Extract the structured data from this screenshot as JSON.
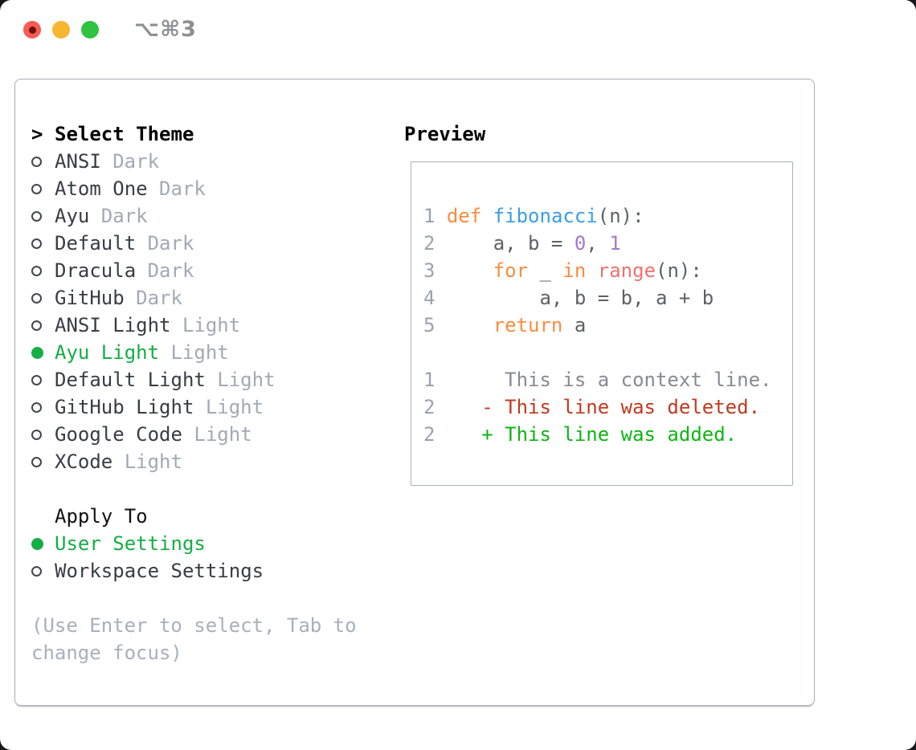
{
  "window": {
    "title": "⌥⌘3",
    "traffic_lights": [
      "close-button",
      "minimize-button",
      "zoom-button"
    ]
  },
  "theme_list": {
    "cursor": ">",
    "header": "Select Theme",
    "items": [
      {
        "name": "ANSI",
        "variant": "Dark",
        "selected": false
      },
      {
        "name": "Atom One",
        "variant": "Dark",
        "selected": false
      },
      {
        "name": "Ayu",
        "variant": "Dark",
        "selected": false
      },
      {
        "name": "Default",
        "variant": "Dark",
        "selected": false
      },
      {
        "name": "Dracula",
        "variant": "Dark",
        "selected": false
      },
      {
        "name": "GitHub",
        "variant": "Dark",
        "selected": false
      },
      {
        "name": "ANSI Light",
        "variant": "Light",
        "selected": false
      },
      {
        "name": "Ayu Light",
        "variant": "Light",
        "selected": true
      },
      {
        "name": "Default Light",
        "variant": "Light",
        "selected": false
      },
      {
        "name": "GitHub Light",
        "variant": "Light",
        "selected": false
      },
      {
        "name": "Google Code",
        "variant": "Light",
        "selected": false
      },
      {
        "name": "XCode",
        "variant": "Light",
        "selected": false
      }
    ]
  },
  "apply_to": {
    "header": "Apply To",
    "options": [
      {
        "label": "User Settings",
        "selected": true
      },
      {
        "label": "Workspace Settings",
        "selected": false
      }
    ]
  },
  "hint": {
    "line1": "(Use Enter to select, Tab to",
    "line2": "change focus)"
  },
  "preview": {
    "header": "Preview",
    "lines": [
      {
        "num": "1",
        "tokens": [
          {
            "t": "def",
            "c": "kw"
          },
          {
            "t": " ",
            "c": "plain"
          },
          {
            "t": "fibonacci",
            "c": "fn"
          },
          {
            "t": "(n):",
            "c": "plain"
          }
        ]
      },
      {
        "num": "2",
        "tokens": [
          {
            "t": "    a, b = ",
            "c": "plain"
          },
          {
            "t": "0",
            "c": "num"
          },
          {
            "t": ", ",
            "c": "plain"
          },
          {
            "t": "1",
            "c": "num"
          }
        ]
      },
      {
        "num": "3",
        "tokens": [
          {
            "t": "    ",
            "c": "plain"
          },
          {
            "t": "for",
            "c": "kw"
          },
          {
            "t": " _ ",
            "c": "plain"
          },
          {
            "t": "in",
            "c": "kw"
          },
          {
            "t": " ",
            "c": "plain"
          },
          {
            "t": "range",
            "c": "call"
          },
          {
            "t": "(n):",
            "c": "plain"
          }
        ]
      },
      {
        "num": "4",
        "tokens": [
          {
            "t": "        a, b = b, a + b",
            "c": "plain"
          }
        ]
      },
      {
        "num": "5",
        "tokens": [
          {
            "t": "    ",
            "c": "plain"
          },
          {
            "t": "return",
            "c": "kw"
          },
          {
            "t": " a",
            "c": "plain"
          }
        ]
      },
      {
        "num": "",
        "tokens": []
      },
      {
        "num": "1",
        "tokens": [
          {
            "t": "     This is a context line.",
            "c": "ctx"
          }
        ]
      },
      {
        "num": "2",
        "tokens": [
          {
            "t": "   - This line was deleted.",
            "c": "del"
          }
        ]
      },
      {
        "num": "2",
        "tokens": [
          {
            "t": "   + This line was added.",
            "c": "add"
          }
        ]
      }
    ]
  },
  "colors": {
    "accent_green": "#15ad46",
    "traffic_red": "#f75b52",
    "traffic_red_dot": "#70100a",
    "traffic_yellow": "#f7b62f",
    "traffic_green": "#2ec43f",
    "title_gray": "#8c8f94",
    "border_gray": "#a8aeb8",
    "text_dark": "#383d44",
    "muted": "#a2aab4",
    "lineno": "#99a2ad",
    "kw": "#fa8d3e",
    "fn": "#399ee6",
    "call": "#f07171",
    "numlit": "#a37acc",
    "plain": "#5c6166",
    "ctx": "#868b92",
    "del": "#c03a1f",
    "add": "#0fb515",
    "hint": "#a9b0ba"
  }
}
